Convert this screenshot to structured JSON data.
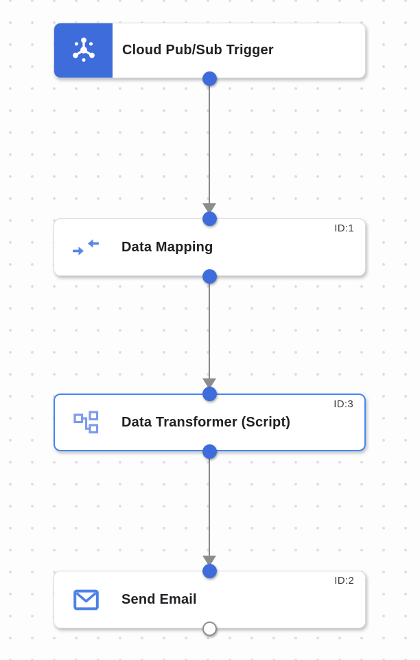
{
  "canvas": {
    "nodes": [
      {
        "label": "Cloud Pub/Sub Trigger",
        "id_label": "",
        "type": "trigger",
        "icon": "pubsub-trigger-icon",
        "selected": false
      },
      {
        "label": "Data Mapping",
        "id_label": "ID:1",
        "type": "task",
        "icon": "data-mapping-icon",
        "selected": false
      },
      {
        "label": "Data Transformer (Script)",
        "id_label": "ID:3",
        "type": "task",
        "icon": "data-transformer-icon",
        "selected": true
      },
      {
        "label": "Send Email",
        "id_label": "ID:2",
        "type": "task",
        "icon": "send-email-icon",
        "selected": false
      }
    ],
    "edges": [
      {
        "from": "Cloud Pub/Sub Trigger",
        "to": "Data Mapping"
      },
      {
        "from": "Data Mapping",
        "to": "Data Transformer (Script)"
      },
      {
        "from": "Data Transformer (Script)",
        "to": "Send Email"
      }
    ],
    "colors": {
      "trigger_block_blue": "#3e6cdb",
      "port_dot_blue": "#3e6cdb",
      "selected_border_blue": "#4285f4",
      "mapping_icon_blue": "#5b85e8",
      "transformer_icon_blue": "#7d9bea",
      "email_icon_blue": "#4d82e6",
      "edge_gray": "#85878a",
      "node_border_gray": "#d9dadd",
      "label_text": "#1f2023",
      "canvas_background": "#fdfdfd",
      "grid_dot_gray": "#e0e0e2"
    }
  }
}
